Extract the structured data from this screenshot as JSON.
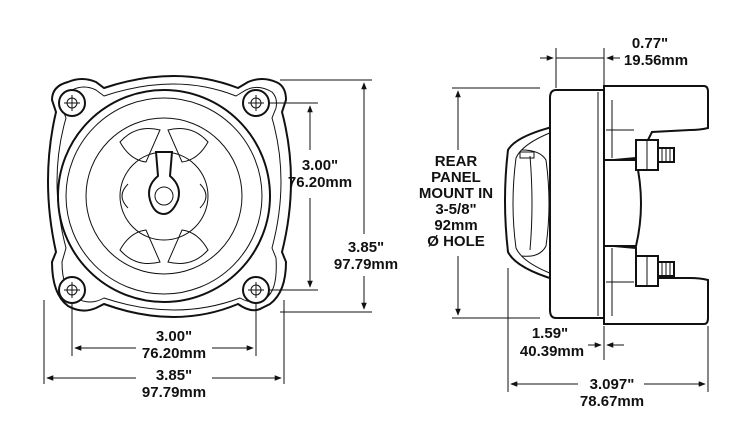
{
  "front_view": {
    "mount_spacing_vertical": {
      "inches": "3.00\"",
      "mm": "76.20mm"
    },
    "overall_height": {
      "inches": "3.85\"",
      "mm": "97.79mm"
    },
    "mount_spacing_horizontal": {
      "inches": "3.00\"",
      "mm": "76.20mm"
    },
    "overall_width": {
      "inches": "3.85\"",
      "mm": "97.79mm"
    }
  },
  "side_view": {
    "top_depth": {
      "inches": "0.77\"",
      "mm": "19.56mm"
    },
    "panel_note": [
      "REAR",
      "PANEL",
      "MOUNT IN",
      "3-5/8\"",
      "92mm",
      "Ø HOLE"
    ],
    "knob_depth": {
      "inches": "1.59\"",
      "mm": "40.39mm"
    },
    "overall_depth": {
      "inches": "3.097\"",
      "mm": "78.67mm"
    }
  }
}
